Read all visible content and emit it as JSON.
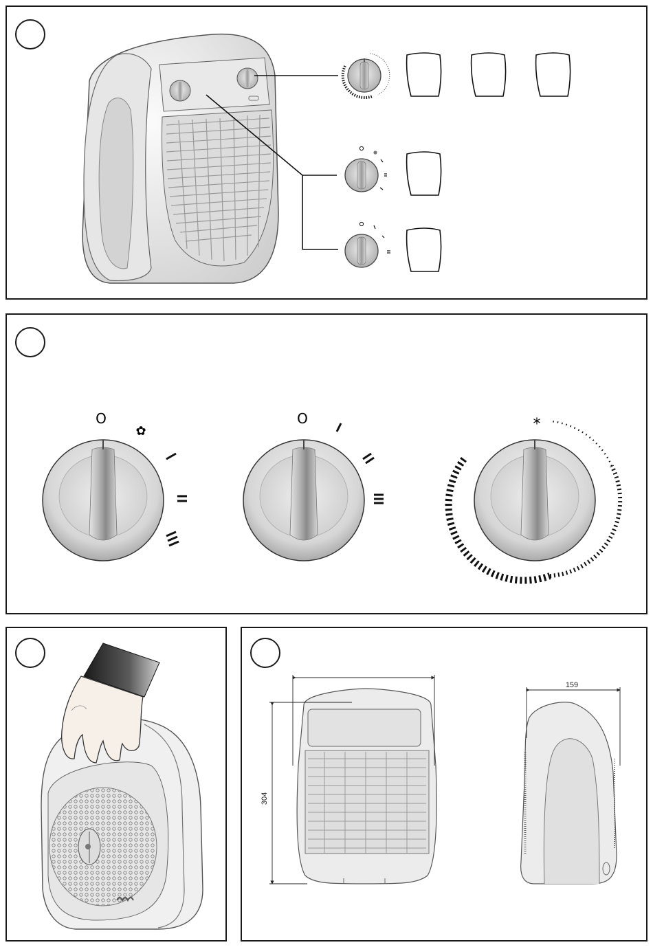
{
  "figures": {
    "fig1": {
      "number": ""
    },
    "fig2": {
      "number": ""
    },
    "fig3": {
      "number": ""
    },
    "fig4": {
      "number": ""
    }
  },
  "knob_marks": {
    "off": "O",
    "fan": "✿",
    "level1": "/",
    "level2": "=",
    "level3": "≡",
    "frost": "*"
  },
  "dimensions": {
    "height": "304",
    "depth": "159"
  }
}
